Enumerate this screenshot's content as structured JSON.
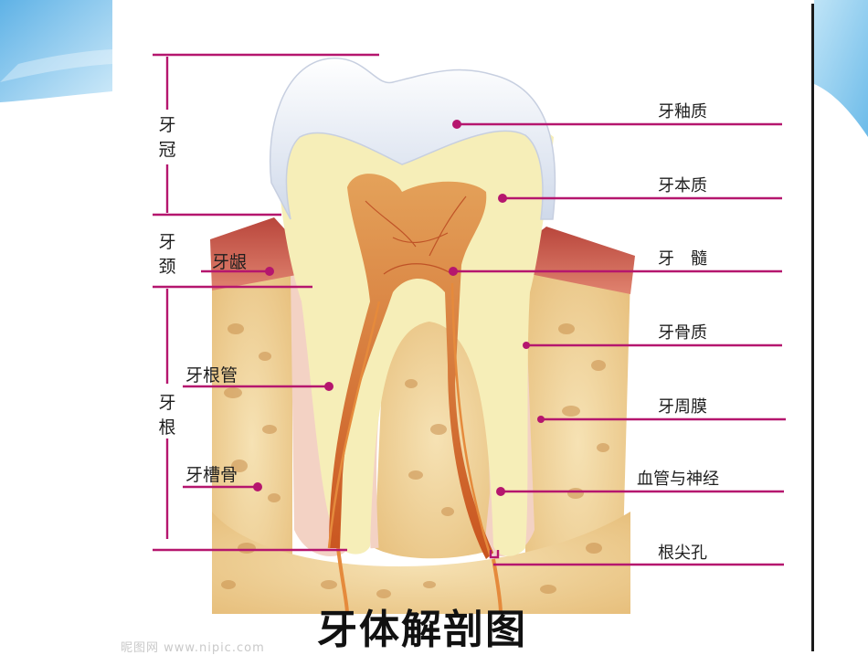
{
  "diagram": {
    "title": "牙体解剖图",
    "watermark": "昵图网 www.nipic.com",
    "regions": {
      "crown": [
        "牙",
        "冠"
      ],
      "neck": [
        "牙",
        "颈"
      ],
      "root": [
        "牙",
        "根"
      ]
    },
    "labels_left": {
      "gum": "牙龈",
      "root_canal": "牙根管",
      "alveolar_bone": "牙槽骨"
    },
    "labels_right": {
      "enamel": "牙釉质",
      "dentin": "牙本质",
      "pulp": "牙　髓",
      "cementum": "牙骨质",
      "periodontal": "牙周膜",
      "vessels_nerves": "血管与神经",
      "apical_foramen": "根尖孔"
    },
    "colors": {
      "leader": "#b5166e",
      "enamel": "#f4f6fb",
      "dentin": "#f6eeb8",
      "pulp": "#d9742e",
      "gum": "#c9584a",
      "bone": "#f0d39a",
      "slide_blue": "#7fc4ec"
    }
  }
}
